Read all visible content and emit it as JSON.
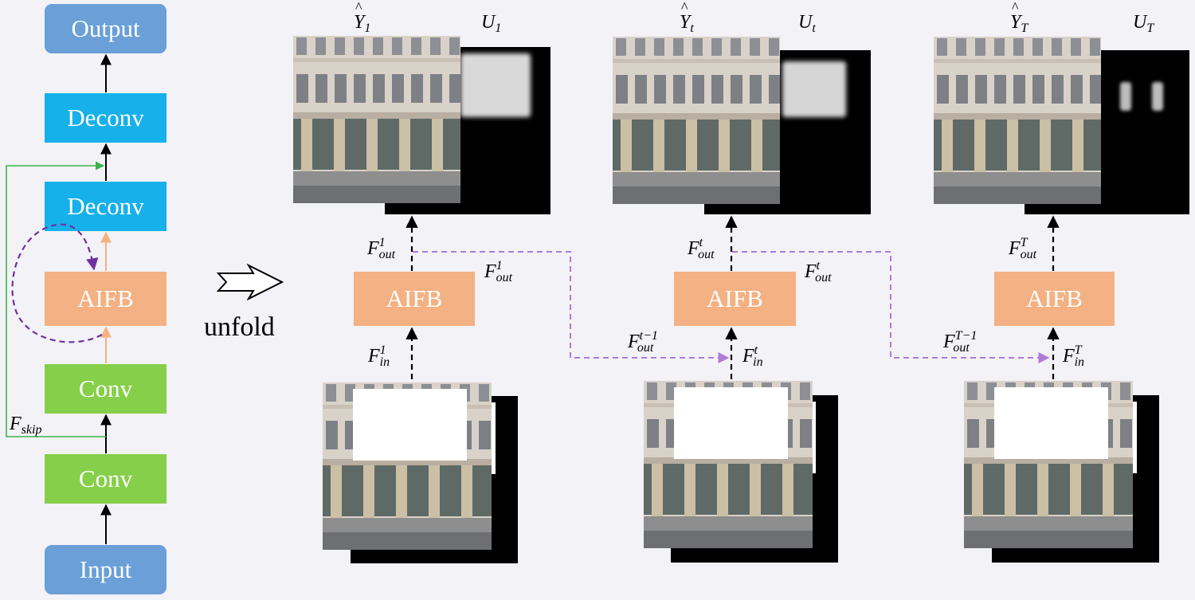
{
  "left_blocks": {
    "output": "Output",
    "deconv_top": "Deconv",
    "deconv_bottom": "Deconv",
    "aifb": "AIFB",
    "conv_top": "Conv",
    "conv_bottom": "Conv",
    "input": "Input"
  },
  "skip_label": {
    "base": "F",
    "sub": "skip"
  },
  "unfold_label": "unfold",
  "stages": [
    {
      "aifb": "AIFB",
      "y_hat": {
        "base": "Y",
        "sub": "1"
      },
      "u": {
        "base": "U",
        "sub": "1"
      },
      "f_out_up": {
        "base": "F",
        "sup": "1",
        "sub": "out"
      },
      "f_out_side": {
        "base": "F",
        "sup": "1",
        "sub": "out"
      },
      "f_in": {
        "base": "F",
        "sup": "1",
        "sub": "in"
      }
    },
    {
      "aifb": "AIFB",
      "y_hat": {
        "base": "Y",
        "sub": "t"
      },
      "u": {
        "base": "U",
        "sub": "t"
      },
      "f_out_up": {
        "base": "F",
        "sup": "t",
        "sub": "out"
      },
      "f_out_side": {
        "base": "F",
        "sup": "t",
        "sub": "out"
      },
      "f_in": {
        "base": "F",
        "sup": "t",
        "sub": "in"
      },
      "f_prev": {
        "base": "F",
        "sup": "t−1",
        "sub": "out"
      }
    },
    {
      "aifb": "AIFB",
      "y_hat": {
        "base": "Y",
        "sub": "T"
      },
      "u": {
        "base": "U",
        "sub": "T"
      },
      "f_out_up": {
        "base": "F",
        "sup": "T",
        "sub": "out"
      },
      "f_in": {
        "base": "F",
        "sup": "T",
        "sub": "in"
      },
      "f_prev": {
        "base": "F",
        "sup": "T−1",
        "sub": "out"
      }
    }
  ],
  "colors": {
    "background": "#f2f2f7",
    "io_blue": "#6a9fd8",
    "deconv_cyan": "#16b0ea",
    "aifb_orange": "#f4b183",
    "conv_green": "#86cf4a",
    "skip_green": "#3cb44b",
    "recurrent_purple": "#7030a0",
    "flow_dashed_purple": "#b07ad8"
  }
}
